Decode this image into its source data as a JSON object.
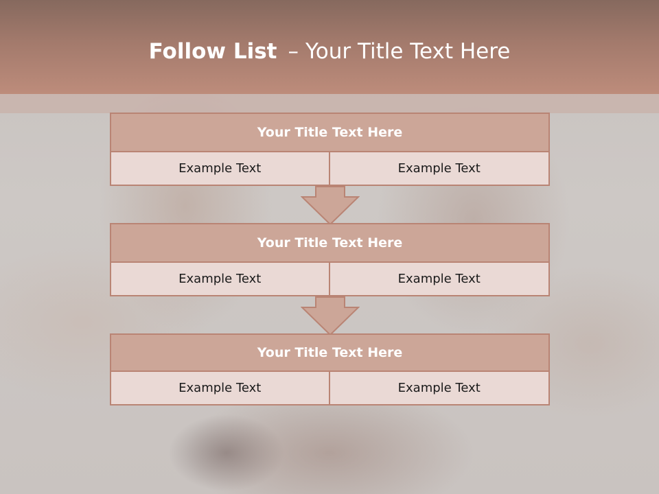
{
  "slide": {
    "title_bold": "Follow List",
    "title_separator": "–",
    "title_rest": "Your Title Text Here"
  },
  "blocks": [
    {
      "title": "Your Title Text Here",
      "left": "Example Text",
      "right": "Example Text"
    },
    {
      "title": "Your Title Text Here",
      "left": "Example Text",
      "right": "Example Text"
    },
    {
      "title": "Your Title Text Here",
      "left": "Example Text",
      "right": "Example Text"
    }
  ],
  "colors": {
    "header": "#a37a6c",
    "block_title_fill": "#cca698",
    "cell_fill": "#ead9d5",
    "border": "#b98474"
  },
  "icons": [
    "down-arrow-icon",
    "down-arrow-icon"
  ]
}
